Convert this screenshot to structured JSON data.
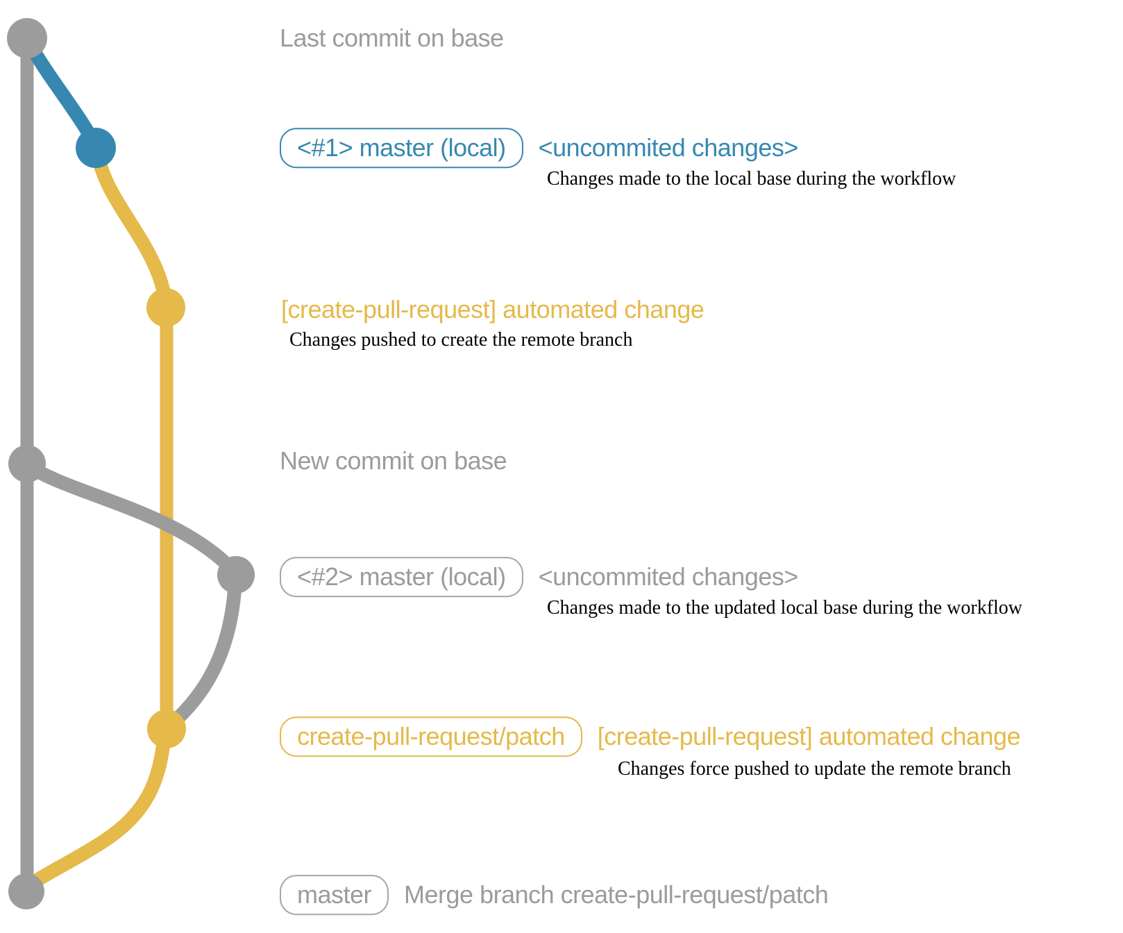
{
  "colors": {
    "branch_gray": "#9c9c9c",
    "branch_blue": "#3788b1",
    "branch_yellow": "#e5b94a",
    "label_gray": "#9b9b9b",
    "desc_black": "#000000"
  },
  "rows": {
    "last_commit": {
      "label": "Last commit on base"
    },
    "local1": {
      "badge": "<#1> master (local)",
      "title": "<uncommited changes>",
      "desc": "Changes made to the local base during the workflow"
    },
    "push1": {
      "title": "[create-pull-request] automated change",
      "desc": "Changes pushed to create the remote branch"
    },
    "new_commit": {
      "label": "New commit on base"
    },
    "local2": {
      "badge": "<#2> master (local)",
      "title": "<uncommited changes>",
      "desc": "Changes made to the updated local base during the workflow"
    },
    "push2": {
      "badge": "create-pull-request/patch",
      "title": "[create-pull-request] automated change",
      "desc": "Changes force pushed to update the remote branch"
    },
    "merge": {
      "badge": "master",
      "title": "Merge branch create-pull-request/patch"
    }
  }
}
